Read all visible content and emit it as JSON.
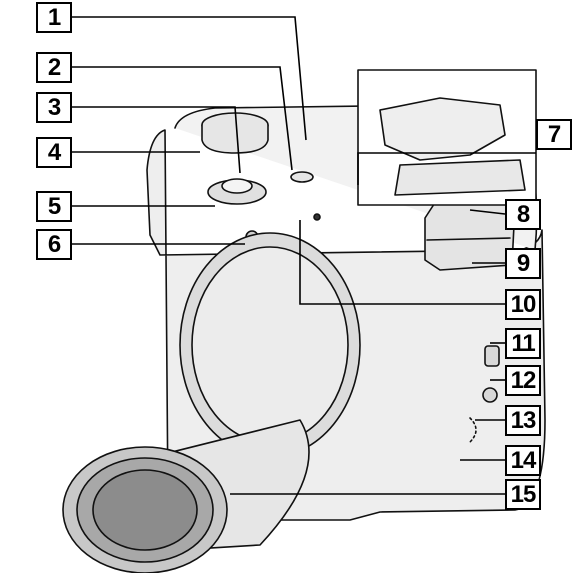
{
  "colors": {
    "body": "#eeeeee",
    "outline": "#111111",
    "lens_shade": "#c8c8c8",
    "label_border": "#000000"
  },
  "callouts": [
    {
      "id": "1",
      "text": "1"
    },
    {
      "id": "2",
      "text": "2"
    },
    {
      "id": "3",
      "text": "3"
    },
    {
      "id": "4",
      "text": "4"
    },
    {
      "id": "5",
      "text": "5"
    },
    {
      "id": "6",
      "text": "6"
    },
    {
      "id": "7",
      "text": "7"
    },
    {
      "id": "8",
      "text": "8"
    },
    {
      "id": "9",
      "text": "9"
    },
    {
      "id": "10",
      "text": "10"
    },
    {
      "id": "11",
      "text": "11"
    },
    {
      "id": "12",
      "text": "12"
    },
    {
      "id": "13",
      "text": "13"
    },
    {
      "id": "14",
      "text": "14"
    },
    {
      "id": "15",
      "text": "15"
    }
  ]
}
